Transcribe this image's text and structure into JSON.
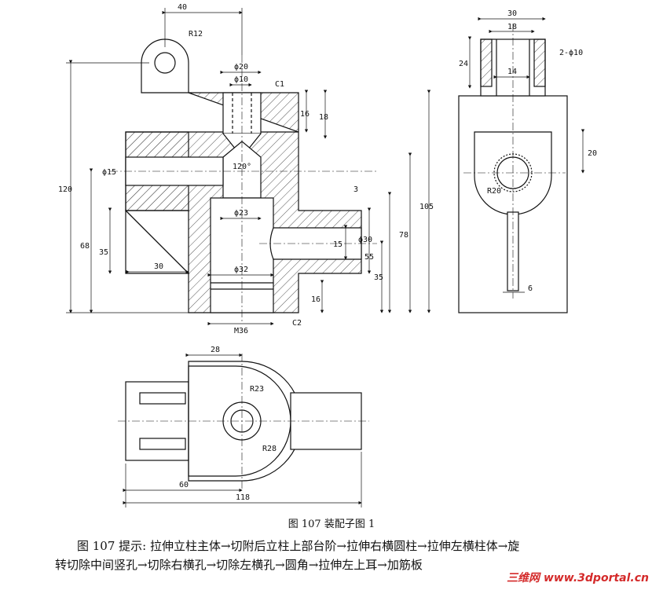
{
  "figure": {
    "caption": "图 107    装配子图 1",
    "hint_line1": "图 107 提示: 拉伸立柱主体→切附后立柱上部台阶→拉伸右横圆柱→拉伸左横柱体→旋",
    "hint_line2": "转切除中间竖孔→切除右横孔→切除左横孔→圆角→拉伸左上耳→加筋板"
  },
  "watermark": {
    "cn": "三维网",
    "url": "www.3dportal.cn"
  },
  "dimensions": {
    "front": {
      "d40": "40",
      "r12": "R12",
      "phi20": "ϕ20",
      "phi10": "ϕ10",
      "c1": "C1",
      "d16a": "16",
      "d18": "18",
      "a120deg": "120°",
      "phi15": "ϕ15",
      "d3": "3",
      "phi23": "ϕ23",
      "d120": "120",
      "d68": "68",
      "d35a": "35",
      "d30": "30",
      "d15": "15",
      "phi30": "ϕ30",
      "d55": "55",
      "d78": "78",
      "d105": "105",
      "d35b": "35",
      "phi32": "ϕ32",
      "d16b": "16",
      "m36": "M36",
      "c2": "C2"
    },
    "side": {
      "d30": "30",
      "d18": "18",
      "phi10": "2-ϕ10",
      "d24": "24",
      "d14": "14",
      "d20": "20",
      "r20": "R20",
      "d6": "6"
    },
    "top": {
      "d28": "28",
      "r23": "R23",
      "r28": "R28",
      "d60": "60",
      "d118": "118"
    }
  },
  "colors": {
    "line": "#111111",
    "hatch": "#555555",
    "watermark": "#d42a2a"
  }
}
